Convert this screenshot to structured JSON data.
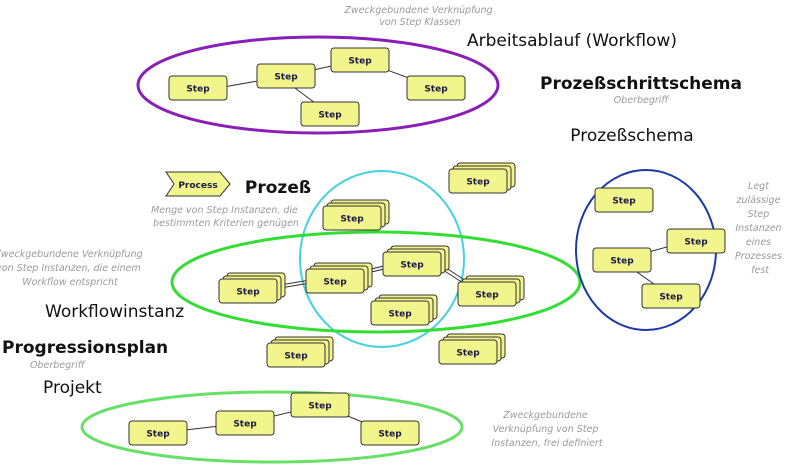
{
  "labels": {
    "arbeitsablauf": "Arbeitsablauf (Workflow)",
    "prozessschrittschema": "Prozeßschrittschema",
    "prozessschrittschema_sub": "Oberbegriff",
    "prozessschema": "Prozeßschema",
    "prozess": "Prozeß",
    "workflowinstanz": "Workflowinstanz",
    "progressionsplan": "Progressionsplan",
    "progressionsplan_sub": "Oberbegriff",
    "projekt": "Projekt"
  },
  "notes": {
    "top_center": [
      "Zweckgebundene Verknüpfung",
      "von Step Klassen"
    ],
    "prozess_desc": [
      "Menge von Step Instanzen, die",
      "bestimmten Kriterien genügen"
    ],
    "workflow_desc": [
      "Zweckgebundene Verknüpfung",
      "von Step Instanzen, die einem",
      "Workflow entspricht"
    ],
    "right_side": [
      "Legt",
      "zulässige",
      "Step",
      "Instanzen",
      "eines",
      "Prozesses",
      "fest"
    ],
    "bottom_right": [
      "Zweckgebundene",
      "Verknüpfung von Step",
      "Instanzen, frei definiert"
    ]
  },
  "step_label": "Step",
  "process_label": "Process",
  "colors": {
    "workflow_ellipse": "#8a1fb8",
    "prozess_ellipse": "#46d0e0",
    "instance_ellipse": "#33dd33",
    "schema_ellipse": "#1a3aa8",
    "projekt_ellipse": "#66e066",
    "step_fill": "#f2f58c"
  }
}
